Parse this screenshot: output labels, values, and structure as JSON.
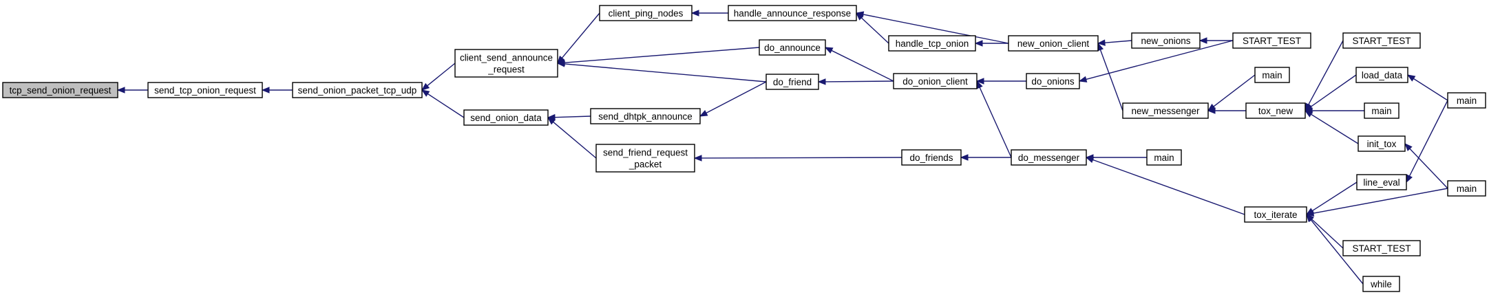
{
  "diagram": {
    "colors": {
      "edge": "#191970",
      "root_fill": "#bfbfbf",
      "node_fill": "#ffffff",
      "node_stroke": "#000000"
    },
    "nodes": [
      {
        "id": "tcp_send_onion_request",
        "lines": [
          "tcp_send_onion_request"
        ],
        "root": true
      },
      {
        "id": "send_tcp_onion_request",
        "lines": [
          "send_tcp_onion_request"
        ]
      },
      {
        "id": "send_onion_packet_tcp_udp",
        "lines": [
          "send_onion_packet_tcp_udp"
        ]
      },
      {
        "id": "client_send_announce_request",
        "lines": [
          "client_send_announce",
          "_request"
        ]
      },
      {
        "id": "send_onion_data",
        "lines": [
          "send_onion_data"
        ]
      },
      {
        "id": "client_ping_nodes",
        "lines": [
          "client_ping_nodes"
        ]
      },
      {
        "id": "do_announce",
        "lines": [
          "do_announce"
        ]
      },
      {
        "id": "do_friend",
        "lines": [
          "do_friend"
        ]
      },
      {
        "id": "send_dhtpk_announce",
        "lines": [
          "send_dhtpk_announce"
        ]
      },
      {
        "id": "send_friend_request_packet",
        "lines": [
          "send_friend_request",
          "_packet"
        ]
      },
      {
        "id": "handle_announce_response",
        "lines": [
          "handle_announce_response"
        ]
      },
      {
        "id": "handle_tcp_onion",
        "lines": [
          "handle_tcp_onion"
        ]
      },
      {
        "id": "do_onion_client",
        "lines": [
          "do_onion_client"
        ]
      },
      {
        "id": "do_friends",
        "lines": [
          "do_friends"
        ]
      },
      {
        "id": "new_onion_client",
        "lines": [
          "new_onion_client"
        ]
      },
      {
        "id": "do_onions",
        "lines": [
          "do_onions"
        ]
      },
      {
        "id": "do_messenger",
        "lines": [
          "do_messenger"
        ]
      },
      {
        "id": "new_onions",
        "lines": [
          "new_onions"
        ]
      },
      {
        "id": "new_messenger",
        "lines": [
          "new_messenger"
        ]
      },
      {
        "id": "main_a",
        "lines": [
          "main"
        ]
      },
      {
        "id": "main_b",
        "lines": [
          "main"
        ]
      },
      {
        "id": "start_test_a",
        "lines": [
          "START_TEST"
        ]
      },
      {
        "id": "tox_new",
        "lines": [
          "tox_new"
        ]
      },
      {
        "id": "tox_iterate",
        "lines": [
          "tox_iterate"
        ]
      },
      {
        "id": "start_test_b",
        "lines": [
          "START_TEST"
        ]
      },
      {
        "id": "load_data",
        "lines": [
          "load_data"
        ]
      },
      {
        "id": "main_c",
        "lines": [
          "main"
        ]
      },
      {
        "id": "init_tox",
        "lines": [
          "init_tox"
        ]
      },
      {
        "id": "line_eval",
        "lines": [
          "line_eval"
        ]
      },
      {
        "id": "start_test_c",
        "lines": [
          "START_TEST"
        ]
      },
      {
        "id": "while",
        "lines": [
          "while"
        ]
      },
      {
        "id": "main_d",
        "lines": [
          "main"
        ]
      },
      {
        "id": "main_e",
        "lines": [
          "main"
        ]
      }
    ],
    "edges": [
      {
        "from": "send_tcp_onion_request",
        "to": "tcp_send_onion_request"
      },
      {
        "from": "send_onion_packet_tcp_udp",
        "to": "send_tcp_onion_request"
      },
      {
        "from": "client_send_announce_request",
        "to": "send_onion_packet_tcp_udp"
      },
      {
        "from": "send_onion_data",
        "to": "send_onion_packet_tcp_udp"
      },
      {
        "from": "client_ping_nodes",
        "to": "client_send_announce_request"
      },
      {
        "from": "do_announce",
        "to": "client_send_announce_request"
      },
      {
        "from": "do_friend",
        "to": "client_send_announce_request"
      },
      {
        "from": "send_dhtpk_announce",
        "to": "send_onion_data"
      },
      {
        "from": "send_friend_request_packet",
        "to": "send_onion_data"
      },
      {
        "from": "handle_announce_response",
        "to": "client_ping_nodes"
      },
      {
        "from": "do_onion_client",
        "to": "do_announce"
      },
      {
        "from": "do_onion_client",
        "to": "do_friend"
      },
      {
        "from": "do_friend",
        "to": "send_dhtpk_announce"
      },
      {
        "from": "do_friends",
        "to": "send_friend_request_packet"
      },
      {
        "from": "handle_tcp_onion",
        "to": "handle_announce_response"
      },
      {
        "from": "new_onion_client",
        "to": "handle_announce_response"
      },
      {
        "from": "new_onion_client",
        "to": "handle_tcp_onion"
      },
      {
        "from": "do_onions",
        "to": "do_onion_client"
      },
      {
        "from": "do_messenger",
        "to": "do_onion_client"
      },
      {
        "from": "do_messenger",
        "to": "do_friends"
      },
      {
        "from": "new_onions",
        "to": "new_onion_client"
      },
      {
        "from": "new_messenger",
        "to": "new_onion_client"
      },
      {
        "from": "start_test_a",
        "to": "do_onions"
      },
      {
        "from": "start_test_a",
        "to": "new_onions"
      },
      {
        "from": "main_b",
        "to": "do_messenger"
      },
      {
        "from": "tox_iterate",
        "to": "do_messenger"
      },
      {
        "from": "main_a",
        "to": "new_messenger"
      },
      {
        "from": "tox_new",
        "to": "new_messenger"
      },
      {
        "from": "start_test_b",
        "to": "tox_new"
      },
      {
        "from": "load_data",
        "to": "tox_new"
      },
      {
        "from": "main_c",
        "to": "tox_new"
      },
      {
        "from": "init_tox",
        "to": "tox_new"
      },
      {
        "from": "main_d",
        "to": "load_data"
      },
      {
        "from": "main_e",
        "to": "init_tox"
      },
      {
        "from": "line_eval",
        "to": "tox_iterate"
      },
      {
        "from": "main_e",
        "to": "tox_iterate"
      },
      {
        "from": "start_test_c",
        "to": "tox_iterate"
      },
      {
        "from": "while",
        "to": "tox_iterate"
      },
      {
        "from": "main_d",
        "to": "line_eval"
      }
    ]
  }
}
